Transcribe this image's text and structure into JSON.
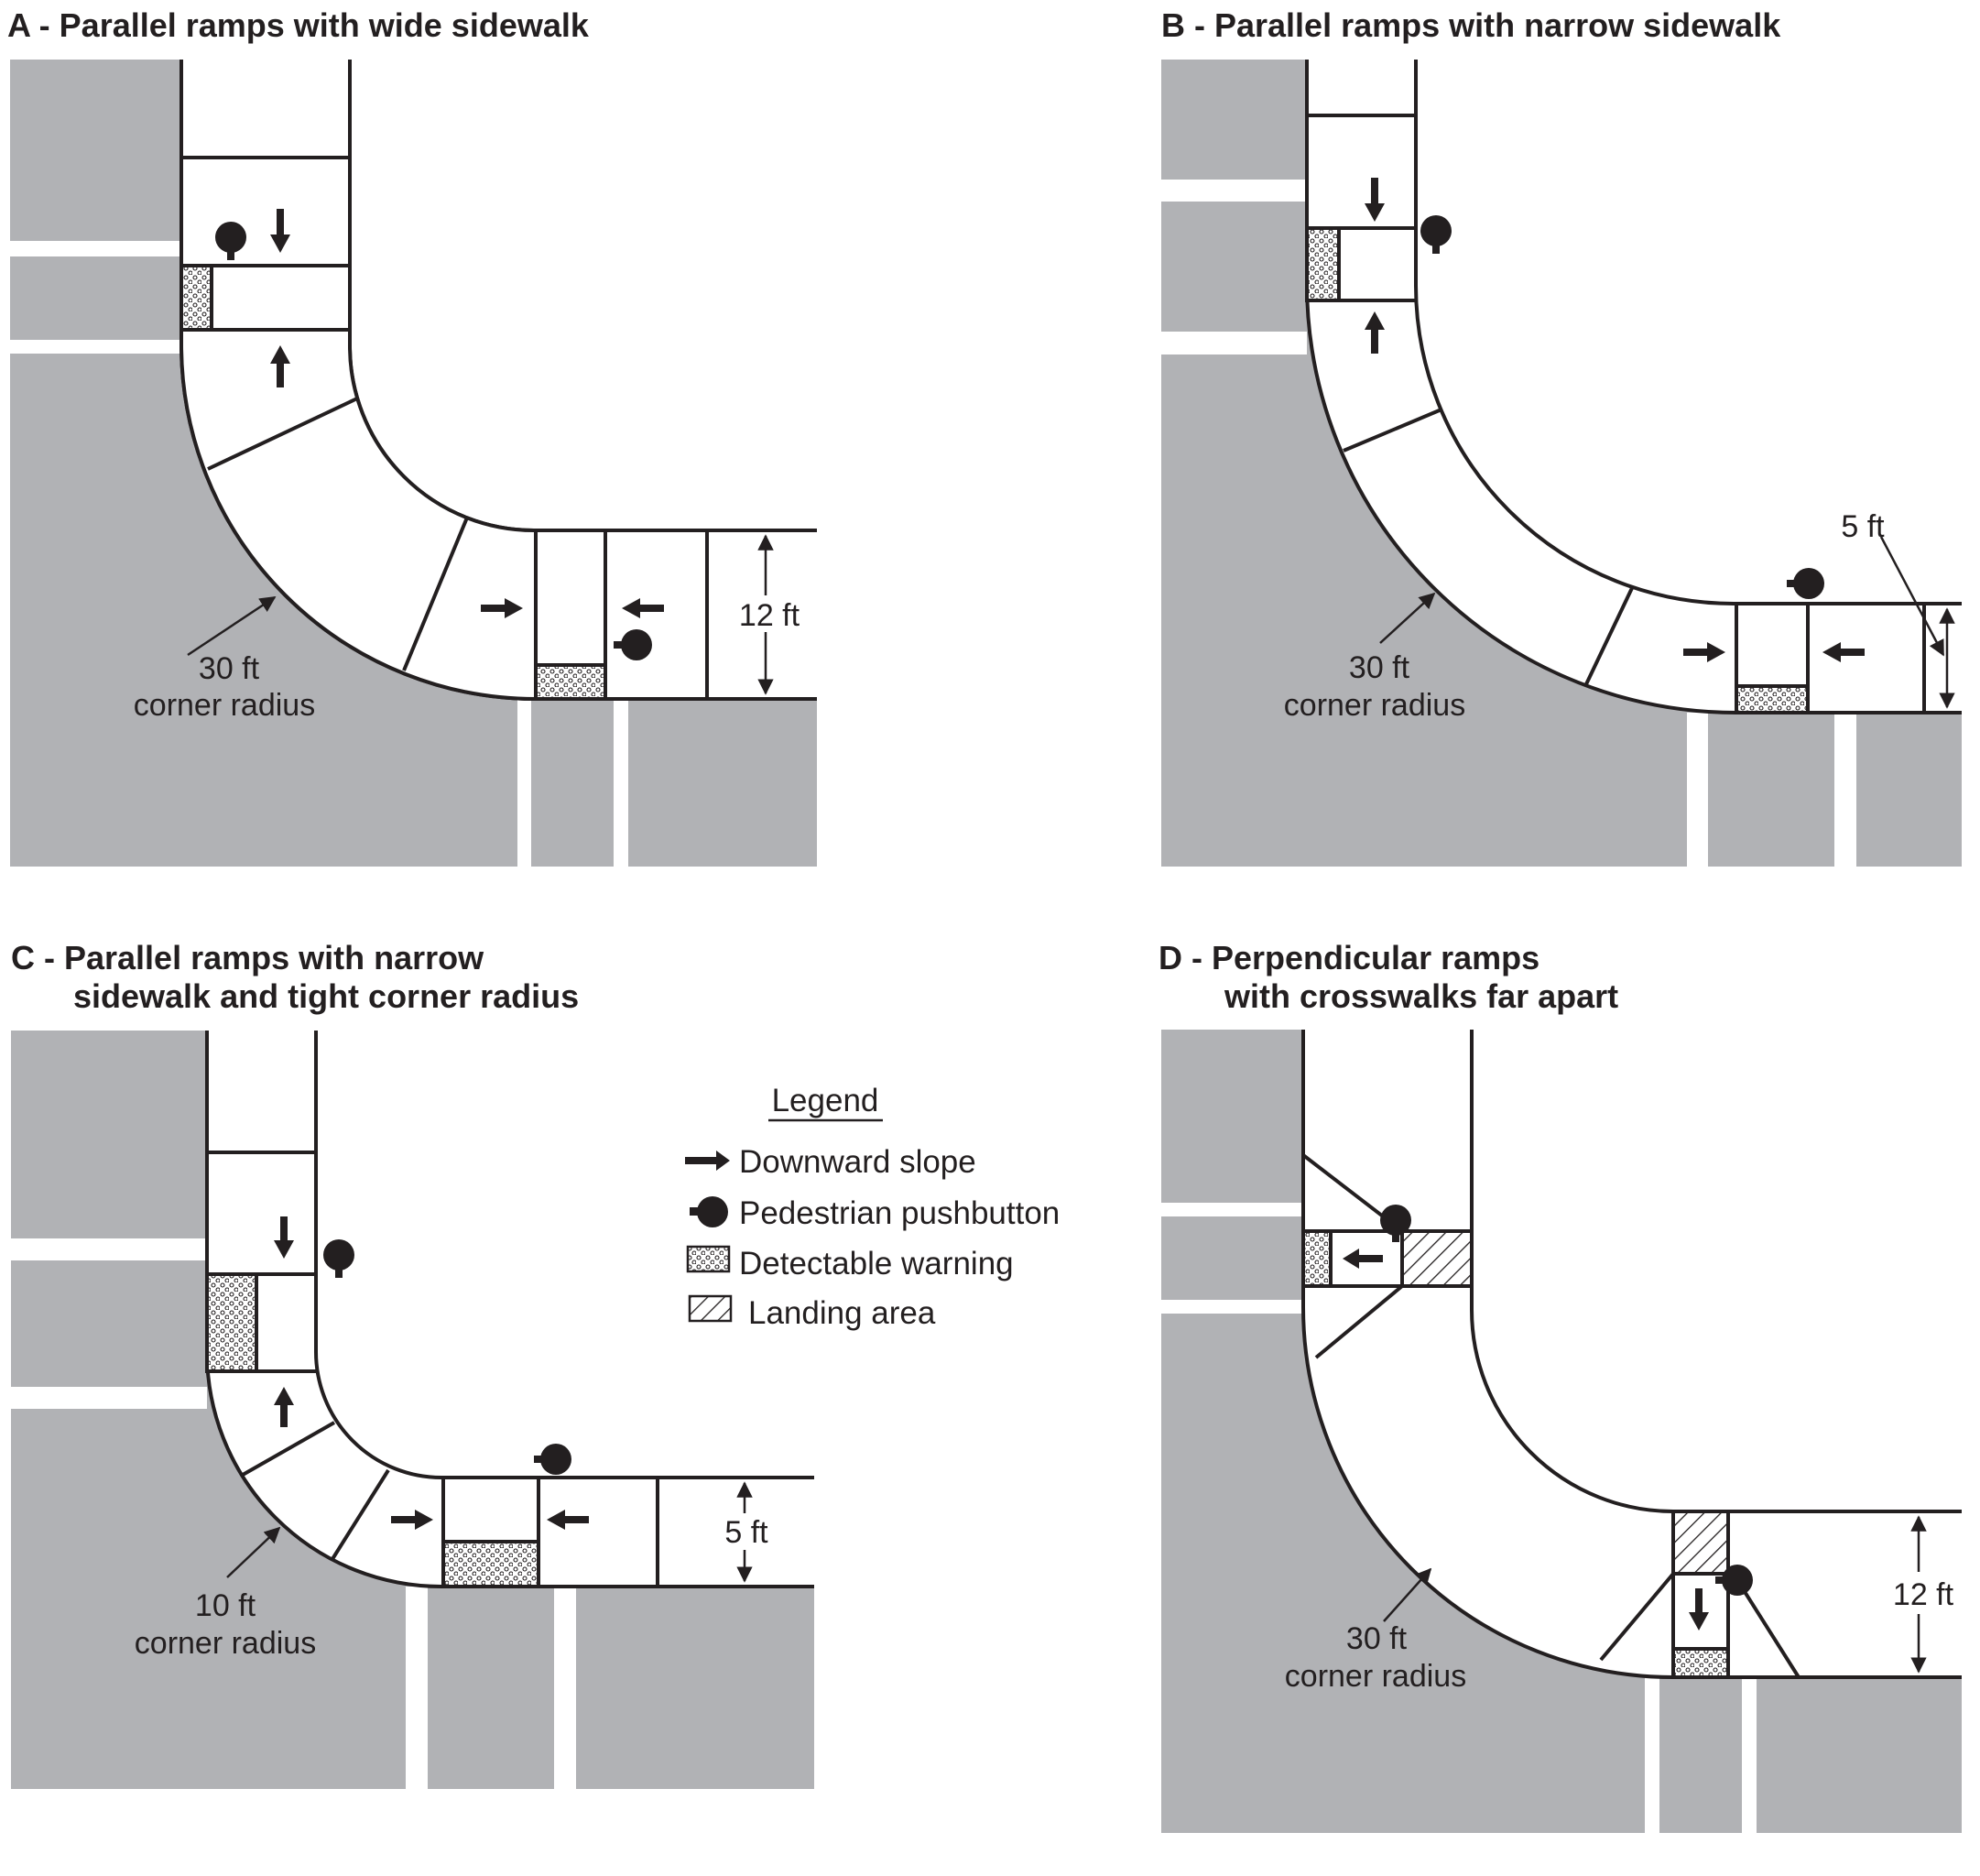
{
  "panels": [
    {
      "id": "A",
      "title_line1": "A - Parallel ramps with wide sidewalk",
      "title_line2": "",
      "radius_value": "30 ft",
      "radius_caption": "corner radius",
      "width_label": "12 ft",
      "ramp_type": "parallel",
      "pushbuttons": 2,
      "detectable_warnings": 2
    },
    {
      "id": "B",
      "title_line1": "B - Parallel ramps with narrow sidewalk",
      "title_line2": "",
      "radius_value": "30 ft",
      "radius_caption": "corner radius",
      "width_label": "5 ft",
      "ramp_type": "parallel",
      "pushbuttons": 2,
      "detectable_warnings": 2
    },
    {
      "id": "C",
      "title_line1": "C - Parallel ramps with narrow",
      "title_line2": "sidewalk and tight corner radius",
      "radius_value": "10 ft",
      "radius_caption": "corner radius",
      "width_label": "5 ft",
      "ramp_type": "parallel",
      "pushbuttons": 2,
      "detectable_warnings": 2
    },
    {
      "id": "D",
      "title_line1": "D - Perpendicular ramps",
      "title_line2": "with crosswalks far apart",
      "radius_value": "30 ft",
      "radius_caption": "corner radius",
      "width_label": "12 ft",
      "ramp_type": "perpendicular",
      "pushbuttons": 2,
      "detectable_warnings": 2,
      "landing_areas": 2
    }
  ],
  "legend": {
    "title": "Legend",
    "items": [
      {
        "icon": "arrow-right-icon",
        "label": "Downward slope"
      },
      {
        "icon": "pushbutton-icon",
        "label": "Pedestrian pushbutton"
      },
      {
        "icon": "dots-pattern-icon",
        "label": "Detectable warning"
      },
      {
        "icon": "hatch-pattern-icon",
        "label": "Landing area"
      }
    ]
  },
  "colors": {
    "roadway": "#b1b2b5",
    "sidewalk": "#ffffff",
    "ink": "#231f20"
  }
}
